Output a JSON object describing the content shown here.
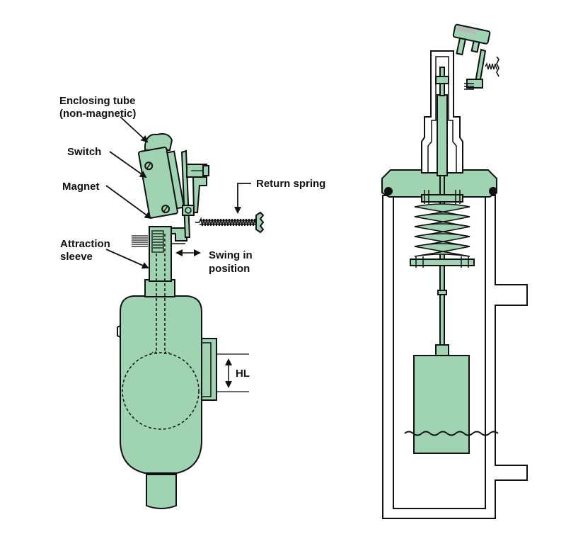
{
  "colors": {
    "fill": "#9fd3b1",
    "stroke": "#111111",
    "background": "#ffffff"
  },
  "labels": {
    "enclosing_tube_line1": "Enclosing tube",
    "enclosing_tube_line2": "(non-magnetic)",
    "switch": "Switch",
    "magnet": "Magnet",
    "attraction_line1": "Attraction",
    "attraction_line2": "sleeve",
    "return_spring": "Return spring",
    "swing_line1": "Swing in",
    "swing_line2": "position",
    "hl": "HL"
  }
}
